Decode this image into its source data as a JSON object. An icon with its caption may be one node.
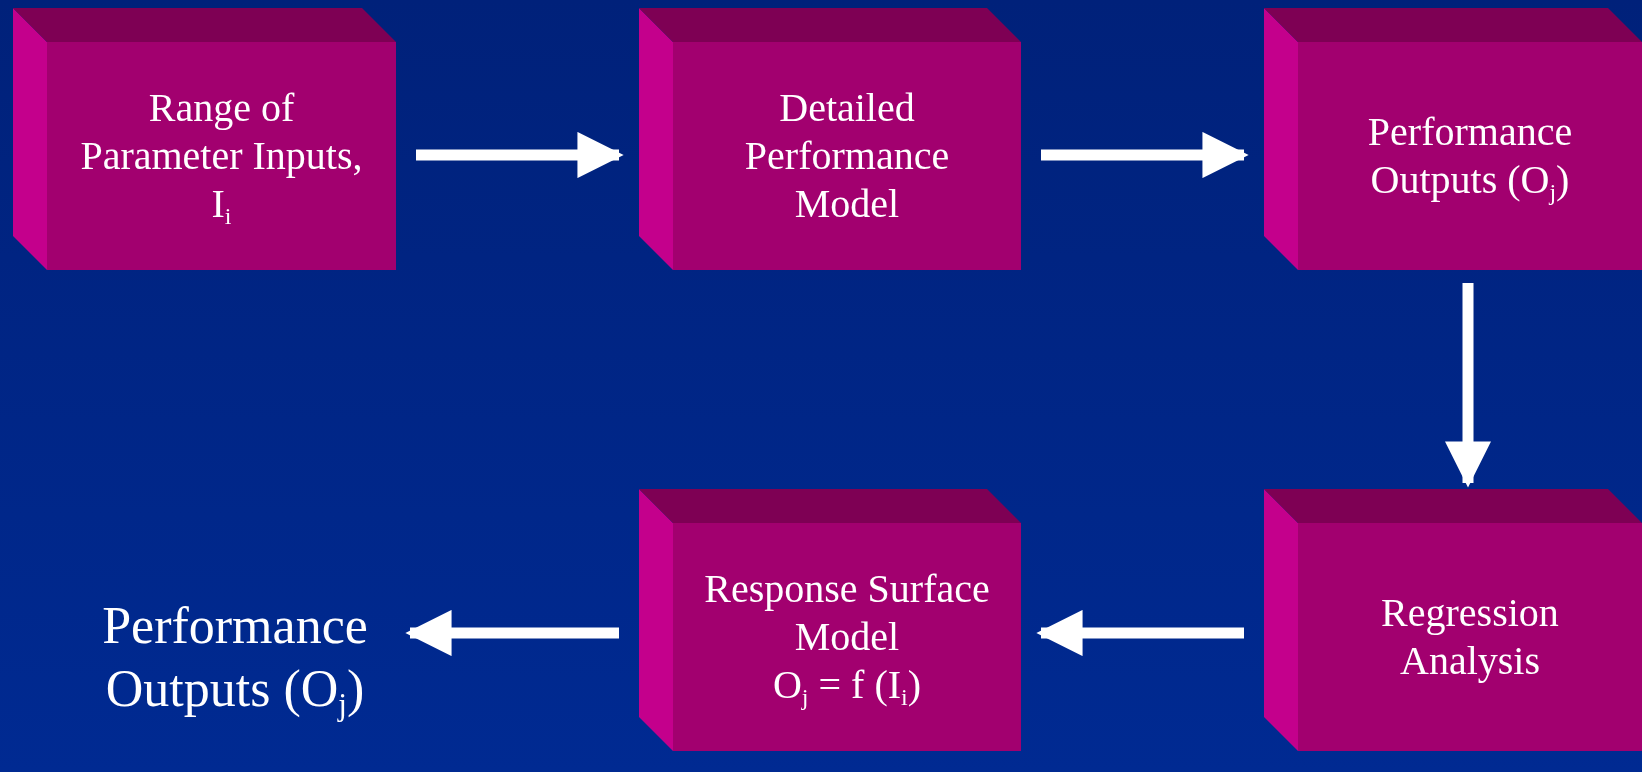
{
  "diagram": {
    "nodes": [
      {
        "text": [
          "Range of Parameter Inputs, I$_{i}$"
        ]
      },
      {
        "text": [
          "Detailed Performance Model"
        ]
      },
      {
        "text": [
          "Performance Outputs (O$_{j}$)"
        ]
      },
      {
        "text": [
          "Performance Outputs (O$_{j}$)"
        ]
      },
      {
        "text": [
          "Response Surface Model",
          "O$_{j}$ = f (I$_{i}$)"
        ]
      },
      {
        "text": [
          "Regression Analysis"
        ]
      }
    ],
    "edges": [
      {
        "from": 0,
        "to": 1,
        "arrow": "to"
      },
      {
        "from": 1,
        "to": 2,
        "arrow": "to"
      },
      {
        "from": 2,
        "to": 5,
        "arrow": "to"
      },
      {
        "from": 5,
        "to": 4,
        "arrow": "to"
      },
      {
        "from": 4,
        "to": 3,
        "arrow": "to"
      }
    ]
  }
}
